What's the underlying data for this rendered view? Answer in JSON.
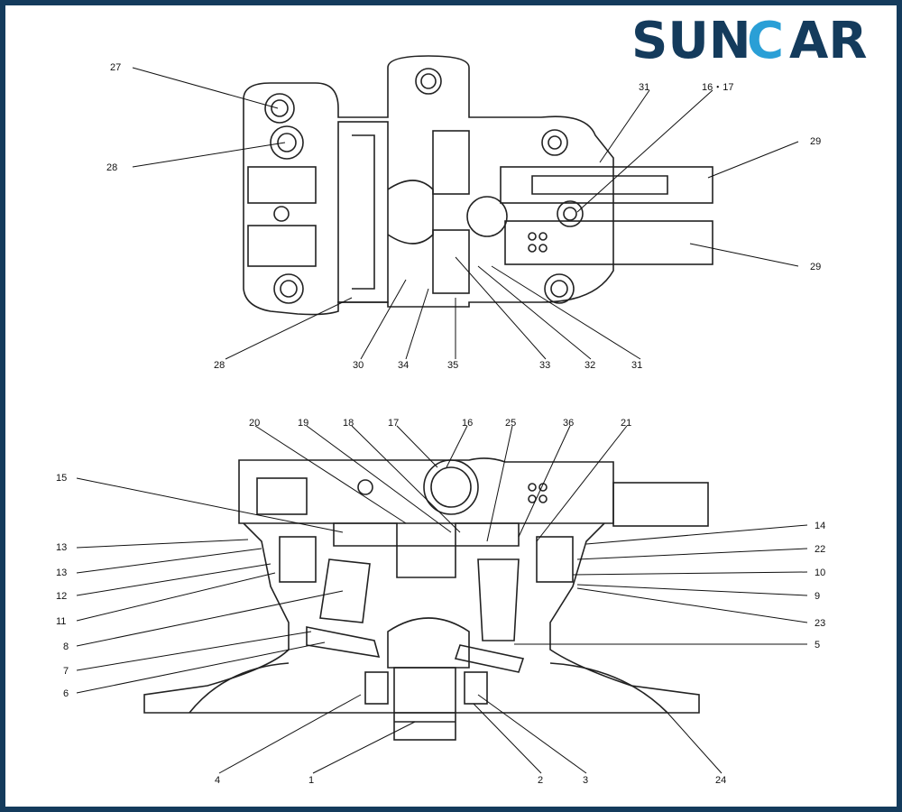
{
  "logo": {
    "text_a": "SUN",
    "text_b": "C",
    "text_c": "AR",
    "colors": {
      "dark": "#143b5c",
      "accent": "#2a9fd6"
    }
  },
  "top_view": {
    "labels": [
      "27",
      "28",
      "31",
      "16・17",
      "29",
      "29",
      "28",
      "30",
      "34",
      "35",
      "33",
      "32",
      "31"
    ]
  },
  "side_view": {
    "labels": [
      "20",
      "19",
      "18",
      "17",
      "16",
      "25",
      "36",
      "21",
      "15",
      "13",
      "13",
      "12",
      "11",
      "8",
      "7",
      "6",
      "4",
      "1",
      "2",
      "3",
      "24",
      "5",
      "23",
      "9",
      "10",
      "22",
      "14"
    ]
  }
}
